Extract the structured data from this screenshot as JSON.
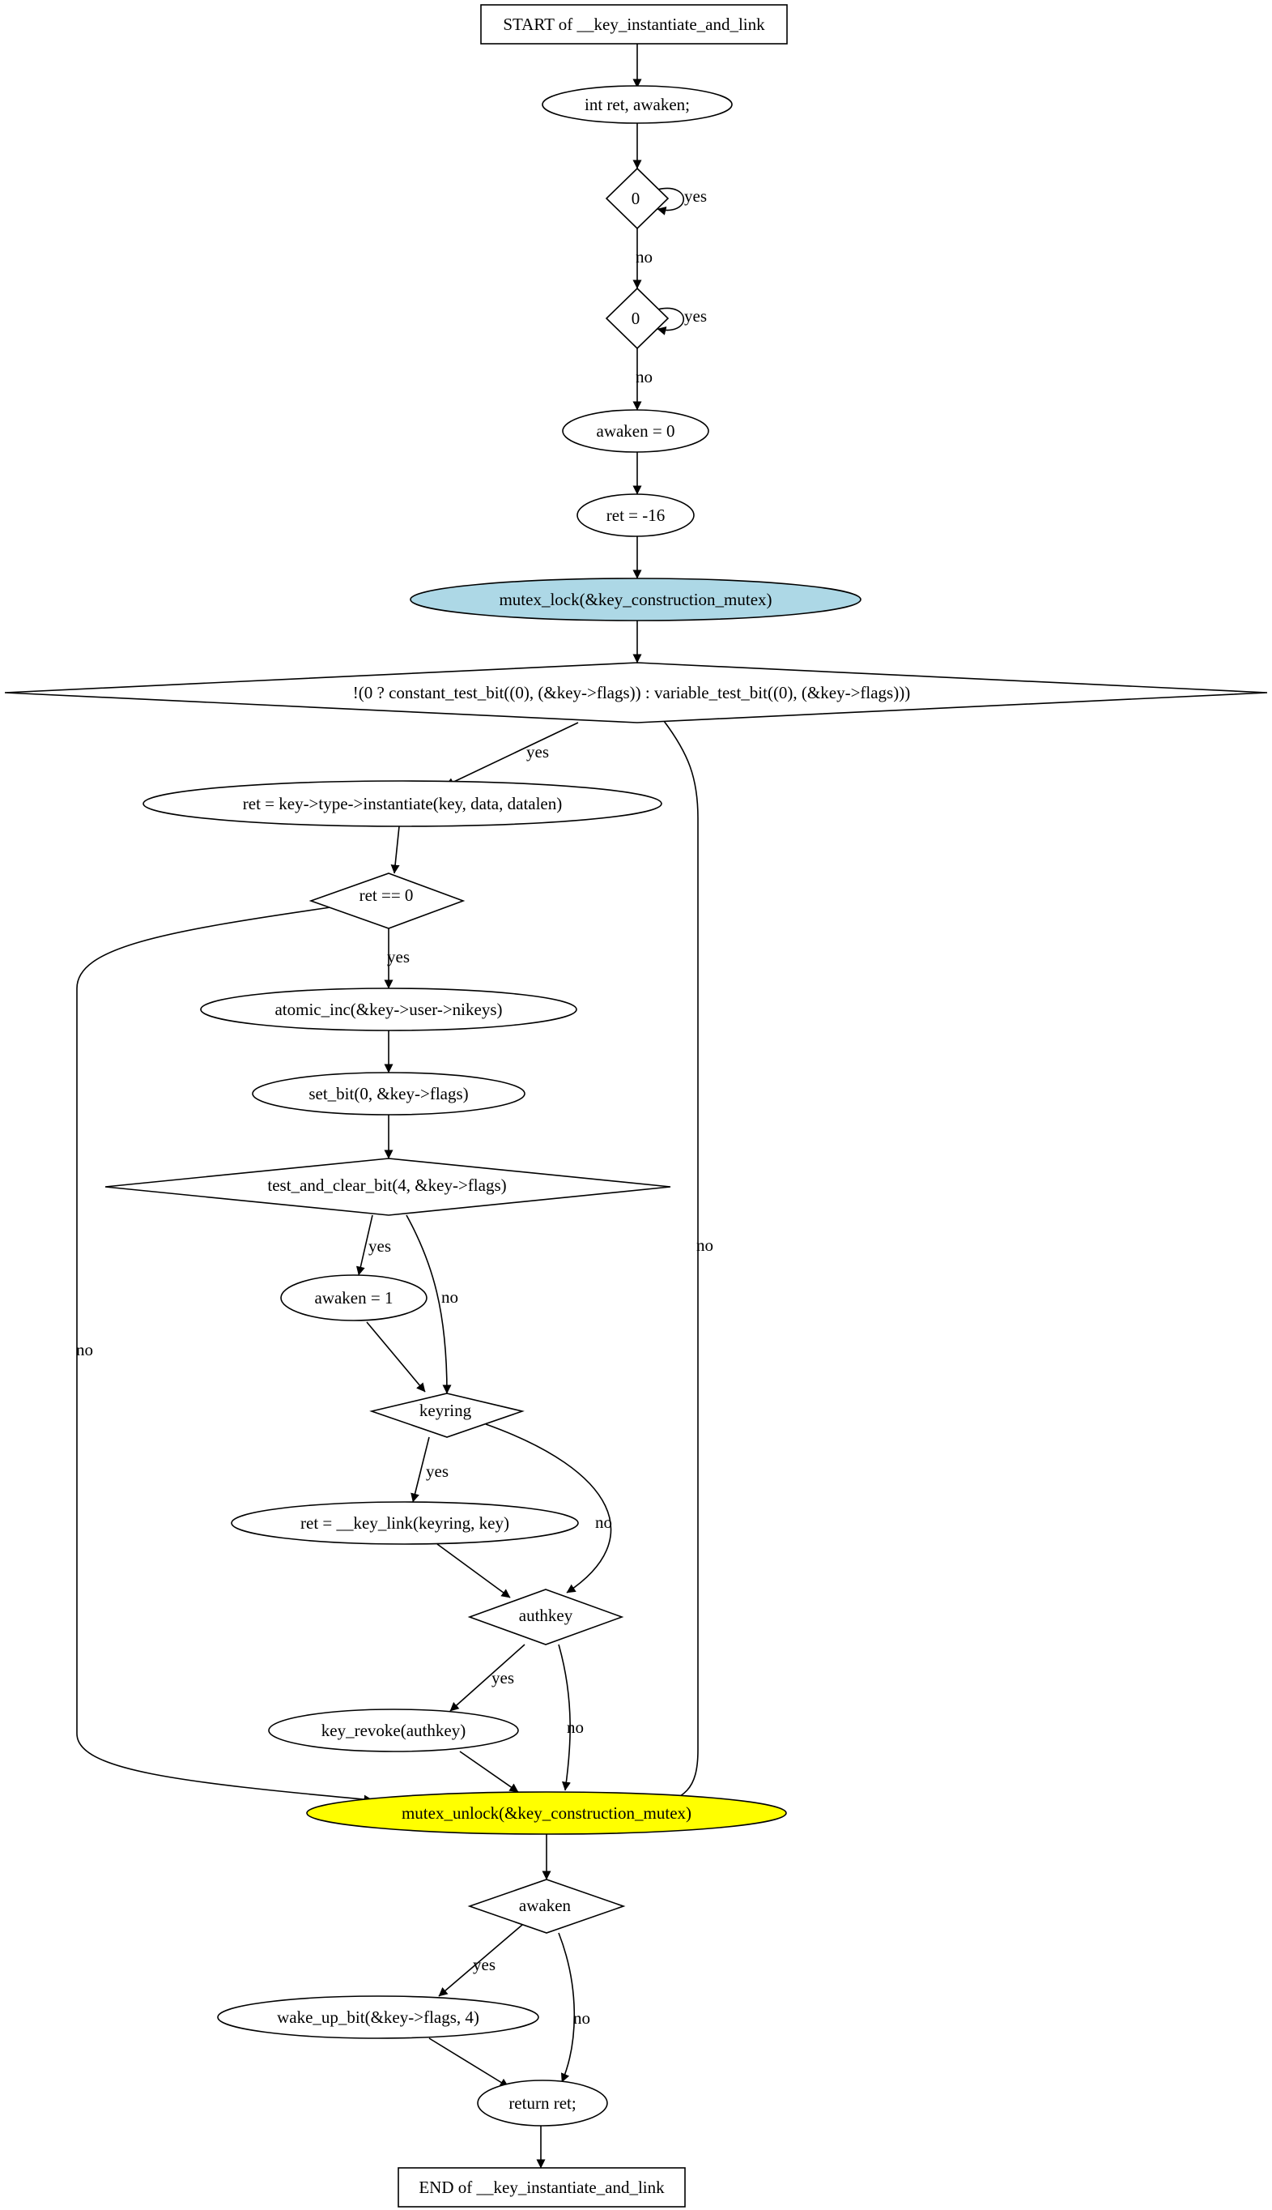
{
  "colors": {
    "mutex_lock_fill": "#add8e6",
    "mutex_unlock_fill": "#ffff00",
    "default_fill": "#ffffff",
    "stroke": "#000000"
  },
  "nodes": {
    "start": "START of __key_instantiate_and_link",
    "decl": "int ret, awaken;",
    "cond_zero_1": "0",
    "cond_zero_2": "0",
    "awaken_zero": "awaken = 0",
    "ret_minus16": "ret = -16",
    "mutex_lock": "mutex_lock(&key_construction_mutex)",
    "test_bit_cond": "!(0 ? constant_test_bit((0), (&key->flags)) : variable_test_bit((0), (&key->flags)))",
    "instantiate": "ret = key->type->instantiate(key, data, datalen)",
    "ret_eq_zero": "ret == 0",
    "atomic_inc": "atomic_inc(&key->user->nikeys)",
    "set_bit": "set_bit(0, &key->flags)",
    "test_and_clear": "test_and_clear_bit(4, &key->flags)",
    "awaken_one": "awaken = 1",
    "keyring": "keyring",
    "key_link": "ret = __key_link(keyring, key)",
    "authkey": "authkey",
    "key_revoke": "key_revoke(authkey)",
    "mutex_unlock": "mutex_unlock(&key_construction_mutex)",
    "awaken_cond": "awaken",
    "wake_up": "wake_up_bit(&key->flags, 4)",
    "return_ret": "return ret;",
    "end": "END of __key_instantiate_and_link"
  },
  "edge_labels": {
    "yes": "yes",
    "no": "no"
  }
}
